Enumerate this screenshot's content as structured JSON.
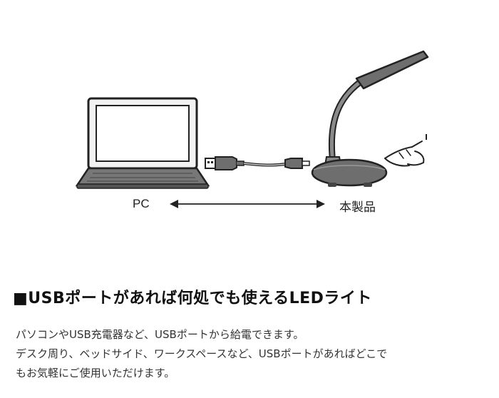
{
  "diagram": {
    "label_pc": "PC",
    "label_product": "本製品"
  },
  "heading": "■USBポートがあれば何処でも使えるLEDライト",
  "description": [
    "パソコンやUSB充電器など、USBポートから給電できます。",
    "デスク周り、ベッドサイド、ワークスペースなど、USBポートがあればどこで",
    "もお気軽にご使用いただけます。"
  ],
  "colors": {
    "device_gray": "#6e6e6e",
    "outline": "#222222"
  }
}
